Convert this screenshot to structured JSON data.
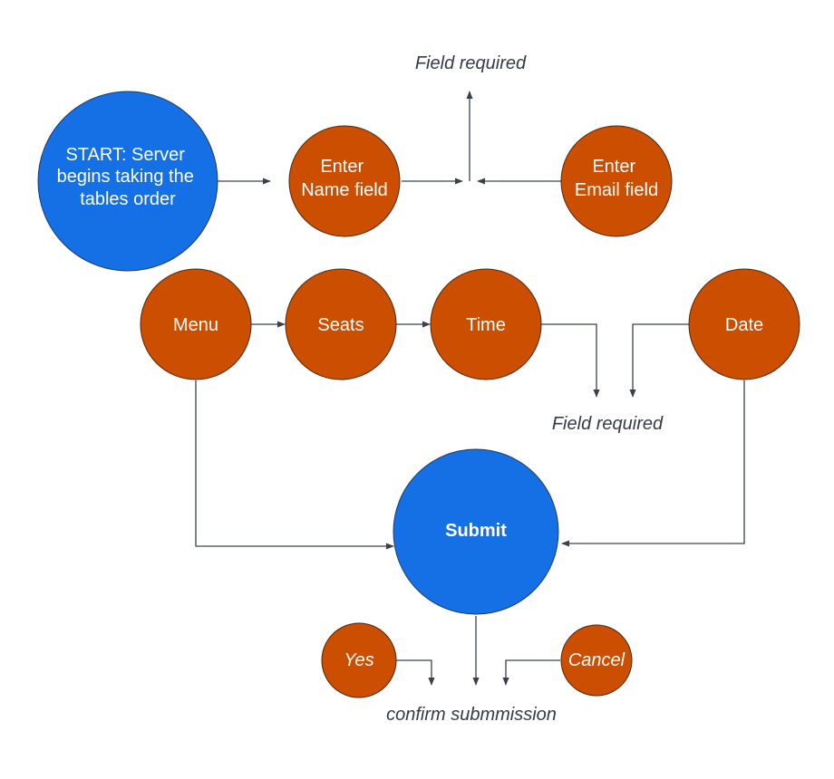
{
  "colors": {
    "blue_fill": "#1570e6",
    "blue_stroke": "#233a5c",
    "orange_fill": "#cc4e00",
    "orange_stroke": "#4a2a14",
    "edge": "#3a414c",
    "note_text": "#333b47",
    "node_text": "#ffffff"
  },
  "nodes": {
    "start": {
      "lines": [
        "START: Server",
        "begins taking the",
        "tables order"
      ]
    },
    "name_field": {
      "lines": [
        "Enter",
        "Name field"
      ]
    },
    "email_field": {
      "lines": [
        "Enter",
        "Email field"
      ]
    },
    "menu": {
      "lines": [
        "Menu"
      ]
    },
    "seats": {
      "lines": [
        "Seats"
      ]
    },
    "time": {
      "lines": [
        "Time"
      ]
    },
    "date": {
      "lines": [
        "Date"
      ]
    },
    "submit": {
      "lines": [
        "Submit"
      ]
    },
    "yes": {
      "lines": [
        "Yes"
      ]
    },
    "cancel": {
      "lines": [
        "Cancel"
      ]
    }
  },
  "notes": {
    "field_required_top": "Field required",
    "field_required_middle": "Field required",
    "confirm_submission": "confirm submmission"
  }
}
